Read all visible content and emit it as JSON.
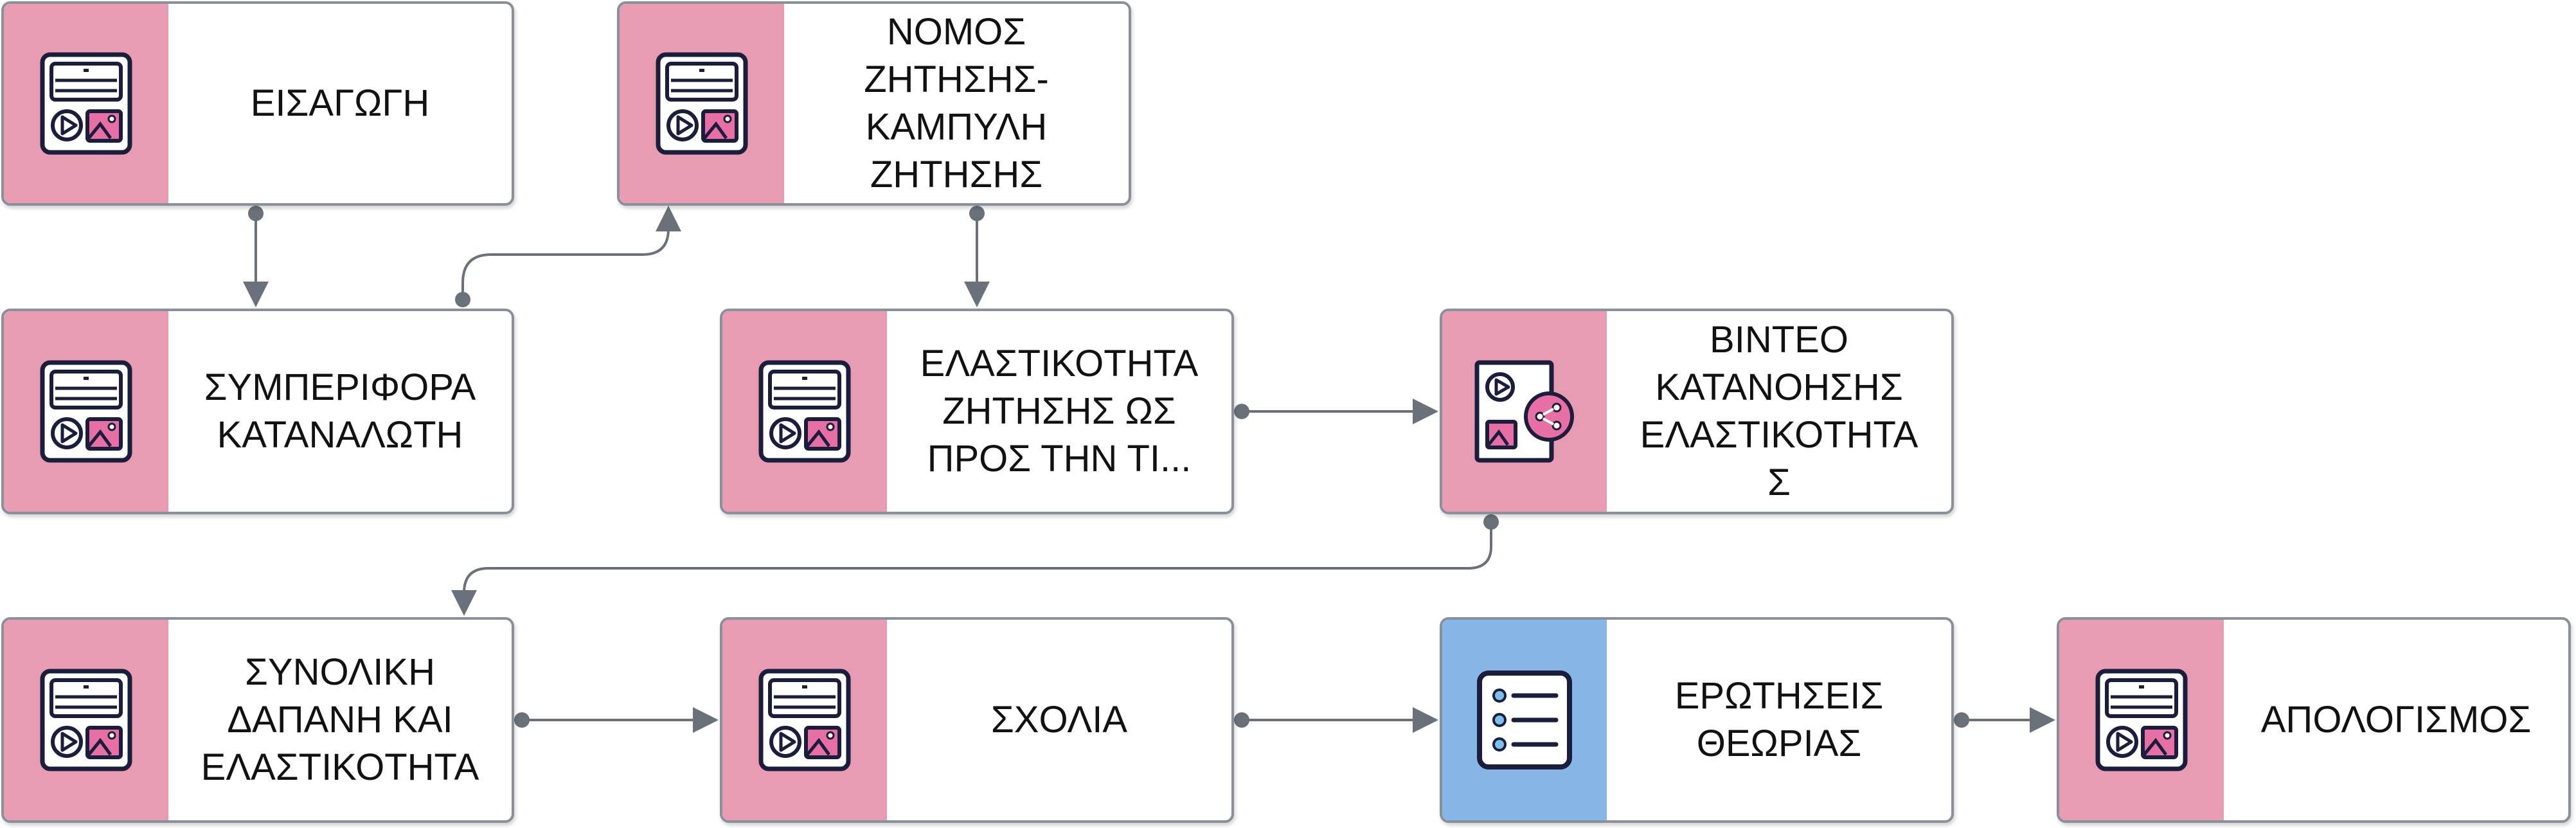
{
  "colors": {
    "pink_band": "#e89cb2",
    "blue_band": "#86b6e6",
    "edge": "#6b717b",
    "node_border": "#8a9099",
    "icon_stroke": "#1a1d3b",
    "icon_accent": "#e86fa3"
  },
  "nodes": [
    {
      "id": "eisagogi",
      "label": "ΕΙΣΑΓΩΓΗ",
      "icon": "media-page-icon",
      "band": "pink"
    },
    {
      "id": "nomos",
      "label": "ΝΟΜΟΣ\nΖΗΤΗΣΗΣ-\nΚΑΜΠΥΛΗ\nΖΗΤΗΣΗΣ",
      "icon": "media-page-icon",
      "band": "pink"
    },
    {
      "id": "symperifora",
      "label": "ΣΥΜΠΕΡΙΦΟΡΑ\nΚΑΤΑΝΑΛΩΤΗ",
      "icon": "media-page-icon",
      "band": "pink"
    },
    {
      "id": "elastikotita",
      "label": "ΕΛΑΣΤΙΚΟΤΗΤΑ\nΖΗΤΗΣΗΣ ΩΣ\nΠΡΟΣ ΤΗΝ ΤΙ...",
      "icon": "media-page-icon",
      "band": "pink"
    },
    {
      "id": "vinteo",
      "label": "ΒΙΝΤΕΟ\nΚΑΤΑΝΟΗΣΗΣ\nΕΛΑΣΤΙΚΟΤΗΤΑ\nΣ",
      "icon": "video-share-icon",
      "band": "pink"
    },
    {
      "id": "synoliki",
      "label": "ΣΥΝΟΛΙΚΗ\nΔΑΠΑΝΗ ΚΑΙ\nΕΛΑΣΤΙΚΟΤΗΤΑ",
      "icon": "media-page-icon",
      "band": "pink"
    },
    {
      "id": "scholia",
      "label": "ΣΧΟΛΙΑ",
      "icon": "media-page-icon",
      "band": "pink"
    },
    {
      "id": "erotiseis",
      "label": "ΕΡΩΤΗΣΕΙΣ\nΘΕΩΡΙΑΣ",
      "icon": "checklist-icon",
      "band": "blue"
    },
    {
      "id": "apologismos",
      "label": "ΑΠΟΛΟΓΙΣΜΟΣ",
      "icon": "media-page-icon",
      "band": "pink"
    }
  ],
  "edges": [
    {
      "from": "eisagogi",
      "to": "symperifora"
    },
    {
      "from": "symperifora",
      "to": "nomos"
    },
    {
      "from": "nomos",
      "to": "elastikotita"
    },
    {
      "from": "elastikotita",
      "to": "vinteo"
    },
    {
      "from": "vinteo",
      "to": "synoliki"
    },
    {
      "from": "synoliki",
      "to": "scholia"
    },
    {
      "from": "scholia",
      "to": "erotiseis"
    },
    {
      "from": "erotiseis",
      "to": "apologismos"
    }
  ]
}
